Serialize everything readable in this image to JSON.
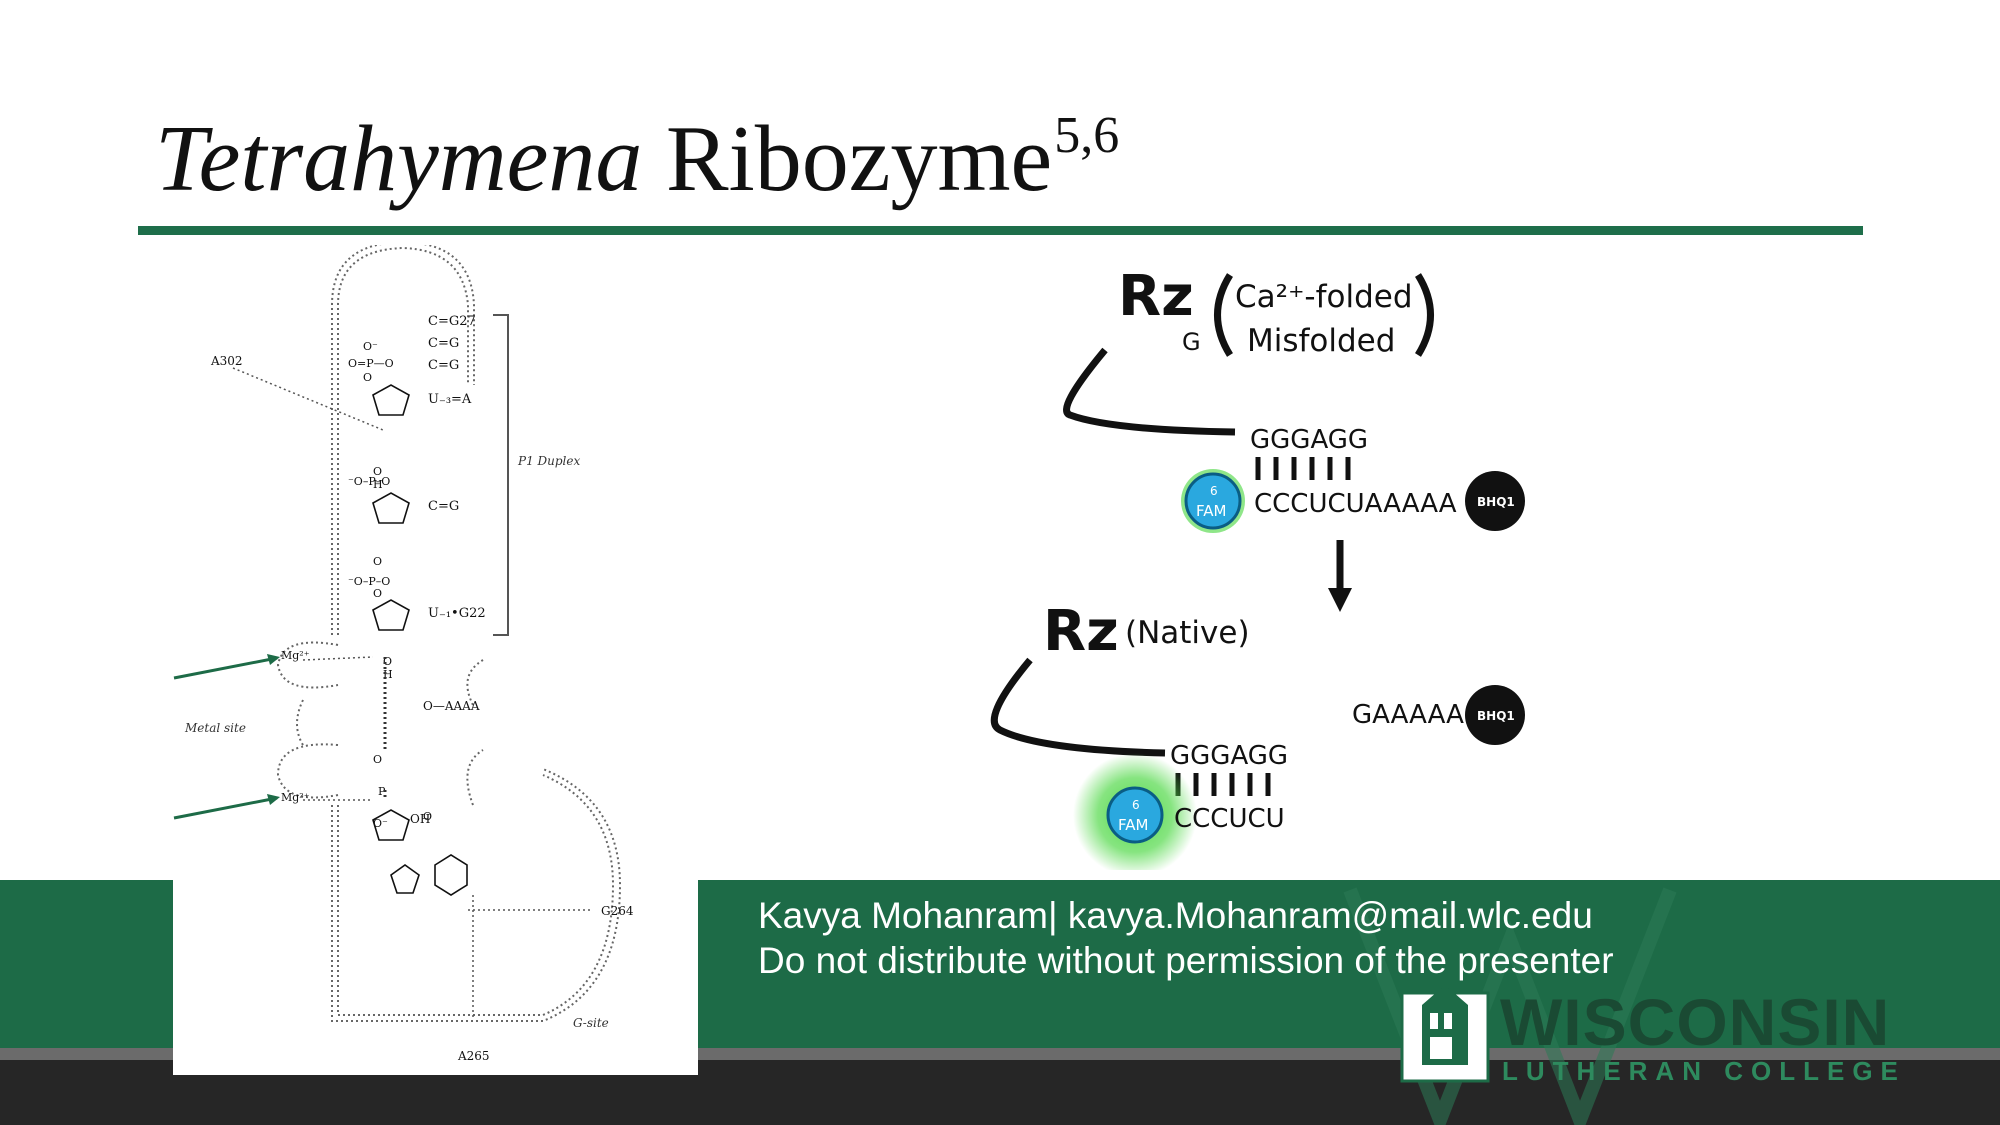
{
  "title": {
    "italic": "Tetrahymena",
    "rest": " Ribozyme",
    "superscript": "5,6"
  },
  "footer": {
    "line1": "Kavya Mohanram| kavya.Mohanram@mail.wlc.edu",
    "line2": "Do not distribute without permission of the presenter"
  },
  "logo": {
    "name": "WISCONSIN",
    "subname": "LUTHERAN COLLEGE"
  },
  "left_figure": {
    "labels": {
      "a302": "A302",
      "p1_duplex": "P1 Duplex",
      "metal_site": "Metal site",
      "g_site": "G-site",
      "g264": "G264",
      "a265": "A265",
      "mg1": "Mg²⁺",
      "mg2": "Mg²⁺",
      "cg27": "C=G27",
      "cg_a": "C=G",
      "cg_b": "C=G",
      "ua": "U₋₃=A",
      "cg_2": "C=G",
      "ug22": "U₋₁•G22",
      "aaaa": "O—AAAA",
      "oh": "OH"
    }
  },
  "right_figure": {
    "rz_top": "Rz",
    "rz_top_sub": "G",
    "paren_line1": "Ca²⁺-folded",
    "paren_line2": "Misfolded",
    "seq_top": "GGGAGG",
    "seq_bottom": "CCCUCUAAAAA",
    "fam_label": "FAM",
    "fam_num": "6",
    "bhq": "BHQ1",
    "rz_bottom": "Rz",
    "native": "(Native)",
    "released": "GAAAAA",
    "seq_top2": "GGGAGG",
    "seq_bottom2": "CCCUCU"
  },
  "colors": {
    "green": "#1d6b47",
    "fam_blue": "#2aa8df",
    "glow": "#53d94a"
  }
}
